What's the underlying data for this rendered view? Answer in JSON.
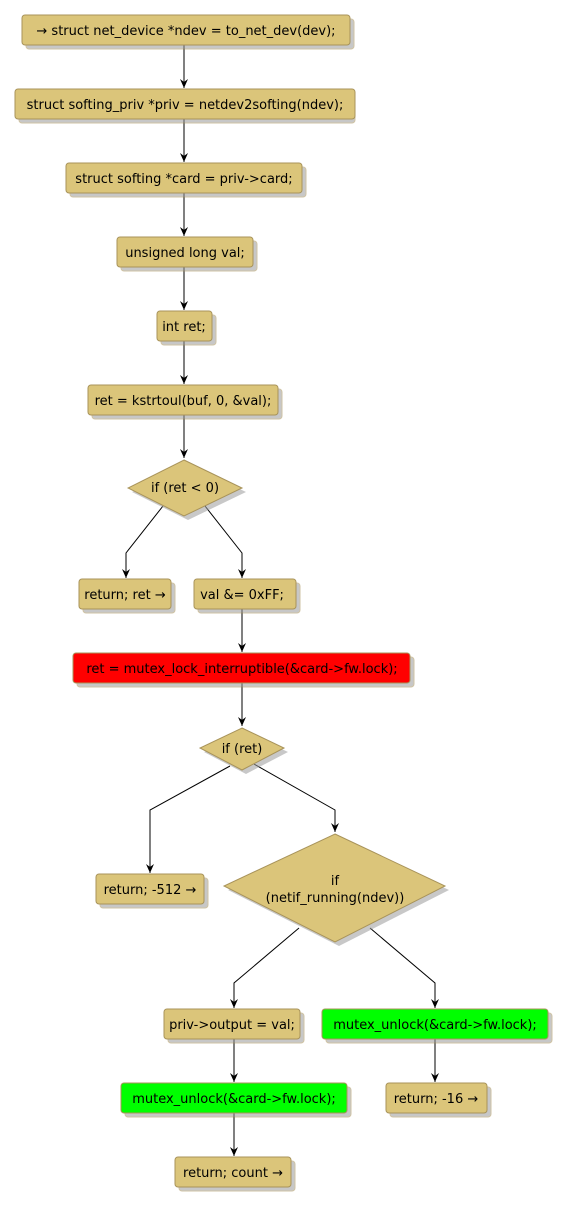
{
  "colors": {
    "default": "#dbc57a",
    "red": "#ff0000",
    "green": "#00ff00",
    "border": "#a8935a"
  },
  "nodes": {
    "n1": "→ struct net_device *ndev = to_net_dev(dev);",
    "n2": "struct softing_priv *priv = netdev2softing(ndev);",
    "n3": "struct softing *card = priv->card;",
    "n4": "unsigned long val;",
    "n5": "int ret;",
    "n6": "ret = kstrtoul(buf, 0, &val);",
    "d1": "if (ret < 0)",
    "n7": "return; ret →",
    "n8": "val &= 0xFF;",
    "n9": "ret = mutex_lock_interruptible(&card->fw.lock);",
    "d2": "if (ret)",
    "n10": "return; -512 →",
    "d3_line1": "if",
    "d3_line2": "(netif_running(ndev))",
    "n11": "priv->output = val;",
    "n12": "mutex_unlock(&card->fw.lock);",
    "n13": "mutex_unlock(&card->fw.lock);",
    "n14": "return; -16 →",
    "n15": "return; count →"
  }
}
